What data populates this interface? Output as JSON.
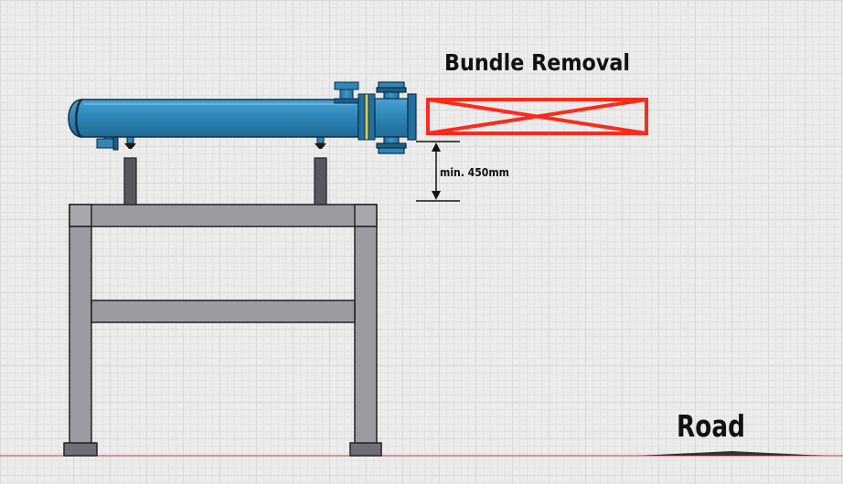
{
  "labels": {
    "bundle_removal": "Bundle Removal",
    "clearance": "min. 450mm",
    "road": "Road"
  },
  "colors": {
    "shell": "#2f86b8",
    "shell_dark": "#1d5f85",
    "frame": "#9c9ca0",
    "frame_dark": "#8a8a8e",
    "removal_zone": "#ff2a1a",
    "ground_line": "#e05a5a",
    "gasket": "#d9d24a"
  }
}
